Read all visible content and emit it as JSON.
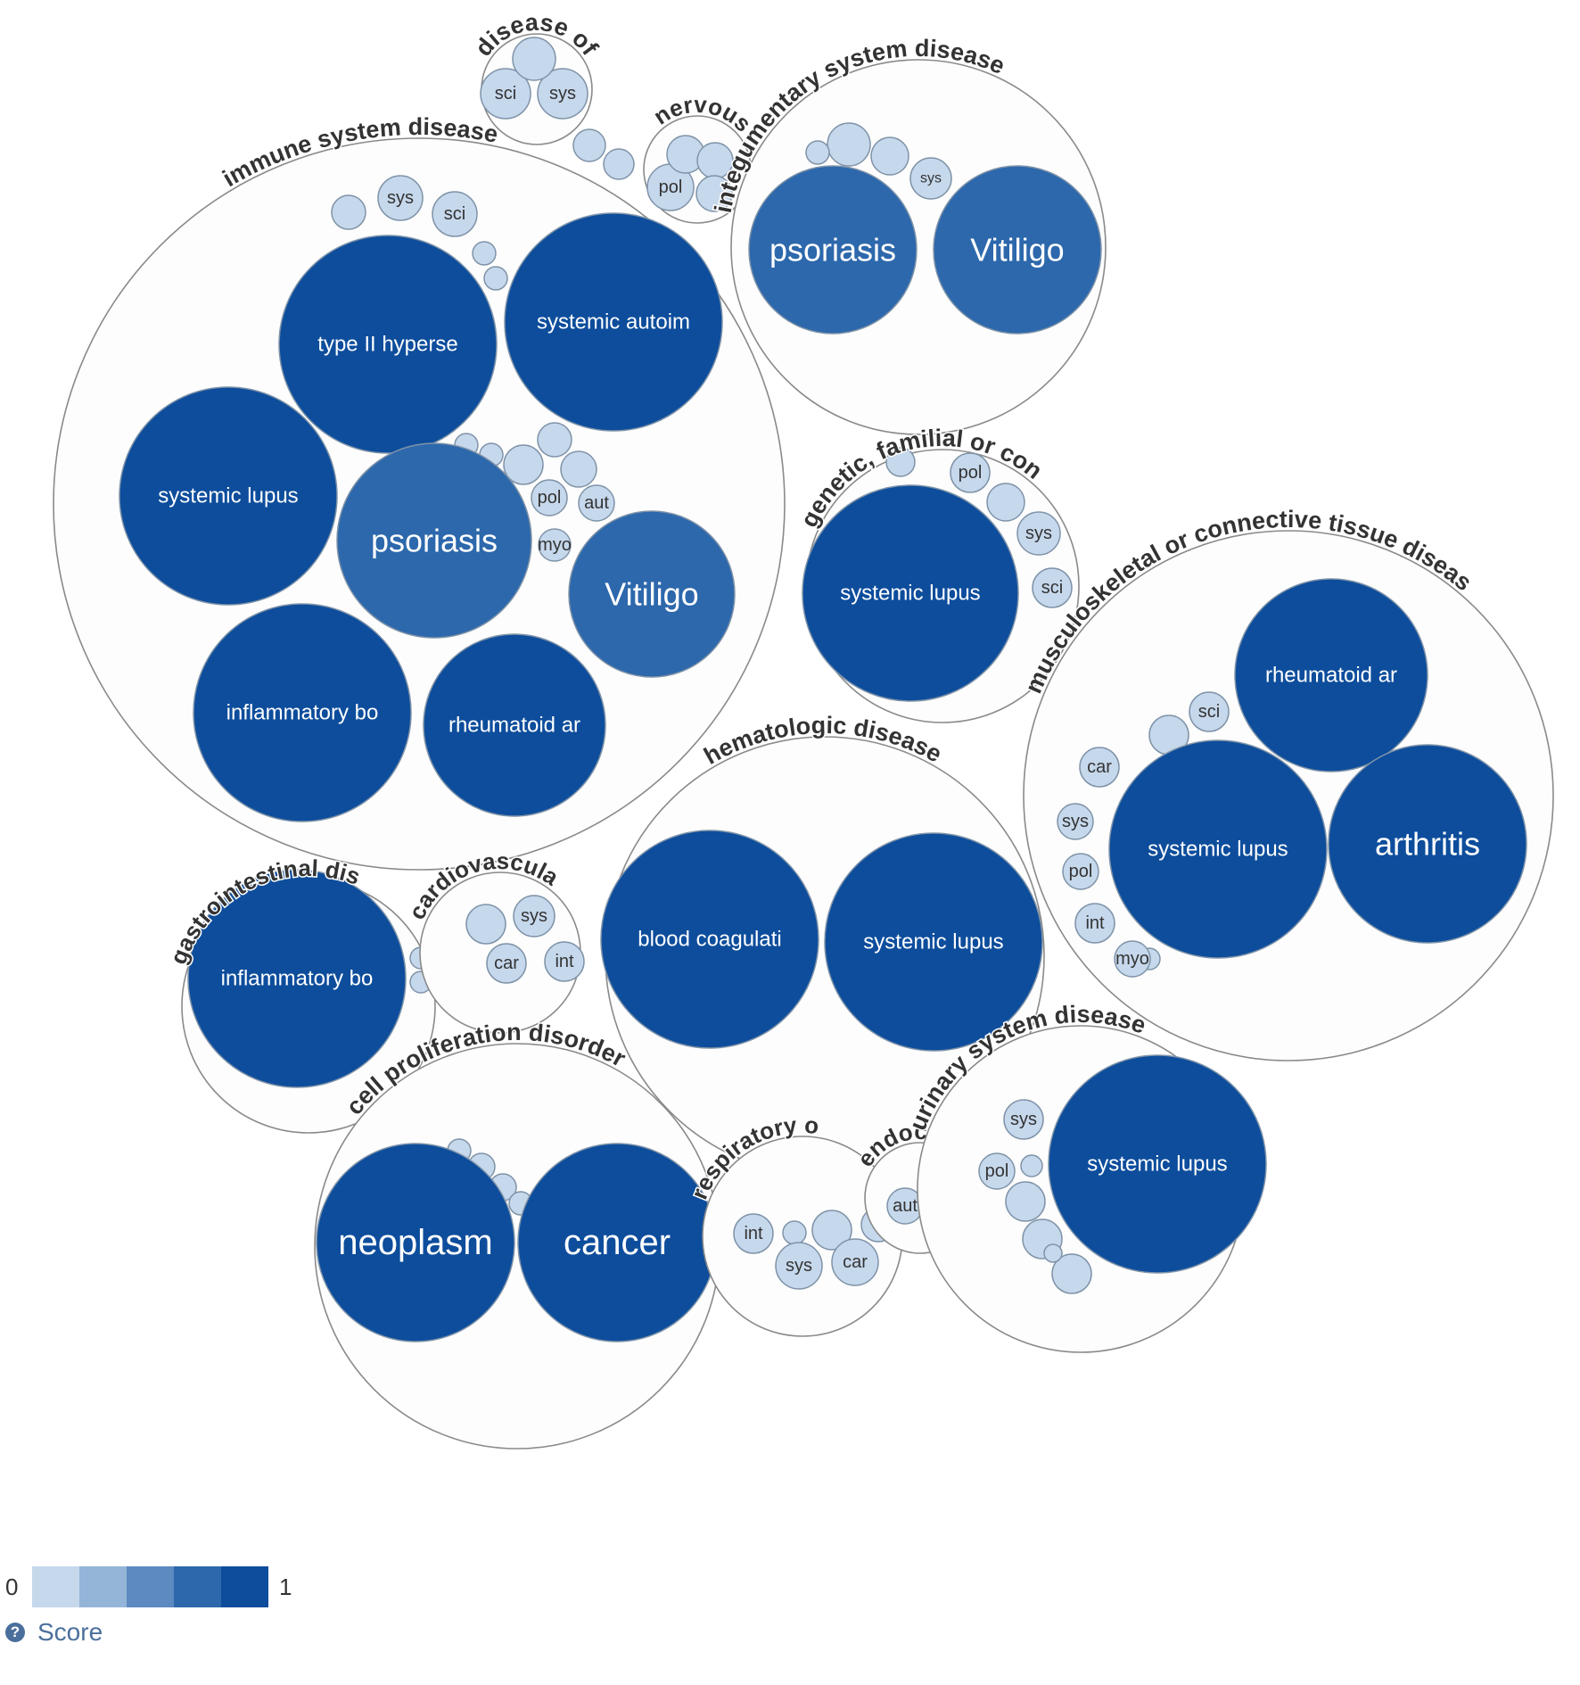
{
  "chart_data": {
    "type": "circle-packing",
    "color_scale": {
      "min": "0",
      "max": "1",
      "colors": [
        "#c6d8ec",
        "#94b5d8",
        "#5d8ac0",
        "#2d68ac",
        "#0d4d9c"
      ],
      "label": "Score"
    },
    "groups": [
      {
        "label": "disease of",
        "children": [
          {
            "label": "sci",
            "score": 0.1
          },
          {
            "label": "sys",
            "score": 0.1
          },
          {
            "label": "",
            "score": 0.1
          }
        ]
      },
      {
        "label": "nervous",
        "children": [
          {
            "label": "pol",
            "score": 0.1
          },
          {
            "label": "",
            "score": 0.1
          },
          {
            "label": "",
            "score": 0.1
          },
          {
            "label": "",
            "score": 0.1
          }
        ]
      },
      {
        "label": "integumentary system disease",
        "children": [
          {
            "label": "psoriasis",
            "score": 0.75
          },
          {
            "label": "Vitiligo",
            "score": 0.6
          },
          {
            "label": "sys",
            "score": 0.1
          },
          {
            "label": "",
            "score": 0.1
          },
          {
            "label": "",
            "score": 0.1
          },
          {
            "label": "",
            "score": 0.1
          }
        ]
      },
      {
        "label": "immune system disease",
        "children": [
          {
            "label": "type II hyperse",
            "score": 0.95
          },
          {
            "label": "systemic autoim",
            "score": 0.95
          },
          {
            "label": "systemic lupus",
            "score": 0.95
          },
          {
            "label": "psoriasis",
            "score": 0.75
          },
          {
            "label": "Vitiligo",
            "score": 0.6
          },
          {
            "label": "inflammatory bo",
            "score": 0.95
          },
          {
            "label": "rheumatoid ar",
            "score": 0.8
          },
          {
            "label": "sys",
            "score": 0.1
          },
          {
            "label": "sci",
            "score": 0.1
          },
          {
            "label": "pol",
            "score": 0.1
          },
          {
            "label": "aut",
            "score": 0.1
          },
          {
            "label": "myo",
            "score": 0.1
          }
        ]
      },
      {
        "label": "genetic, familial or con",
        "children": [
          {
            "label": "systemic lupus",
            "score": 0.95
          },
          {
            "label": "pol",
            "score": 0.1
          },
          {
            "label": "sys",
            "score": 0.1
          },
          {
            "label": "sci",
            "score": 0.1
          }
        ]
      },
      {
        "label": "musculoskeletal or connective tissue diseas",
        "children": [
          {
            "label": "rheumatoid ar",
            "score": 0.8
          },
          {
            "label": "systemic lupus",
            "score": 0.95
          },
          {
            "label": "arthritis",
            "score": 0.8
          },
          {
            "label": "sci",
            "score": 0.1
          },
          {
            "label": "car",
            "score": 0.1
          },
          {
            "label": "sys",
            "score": 0.1
          },
          {
            "label": "pol",
            "score": 0.1
          },
          {
            "label": "int",
            "score": 0.1
          },
          {
            "label": "myo",
            "score": 0.1
          }
        ]
      },
      {
        "label": "hematologic disease",
        "children": [
          {
            "label": "blood coagulati",
            "score": 0.95
          },
          {
            "label": "systemic lupus",
            "score": 0.95
          }
        ]
      },
      {
        "label": "gastrointestinal dis",
        "children": [
          {
            "label": "inflammatory bo",
            "score": 0.95
          }
        ]
      },
      {
        "label": "cardiovascula",
        "children": [
          {
            "label": "sys",
            "score": 0.1
          },
          {
            "label": "car",
            "score": 0.1
          },
          {
            "label": "int",
            "score": 0.1
          }
        ]
      },
      {
        "label": "cell proliferation disorder",
        "children": [
          {
            "label": "neoplasm",
            "score": 0.8
          },
          {
            "label": "cancer",
            "score": 0.8
          }
        ]
      },
      {
        "label": "respiratory o",
        "children": [
          {
            "label": "int",
            "score": 0.1
          },
          {
            "label": "sys",
            "score": 0.1
          },
          {
            "label": "car",
            "score": 0.1
          }
        ]
      },
      {
        "label": "endocri",
        "children": [
          {
            "label": "aut",
            "score": 0.1
          }
        ]
      },
      {
        "label": "urinary system disease",
        "children": [
          {
            "label": "systemic lupus",
            "score": 0.95
          },
          {
            "label": "sys",
            "score": 0.1
          },
          {
            "label": "pol",
            "score": 0.1
          }
        ]
      }
    ]
  },
  "legend": {
    "min": "0",
    "max": "1",
    "title": "Score",
    "help_icon": "question-circle-icon"
  }
}
